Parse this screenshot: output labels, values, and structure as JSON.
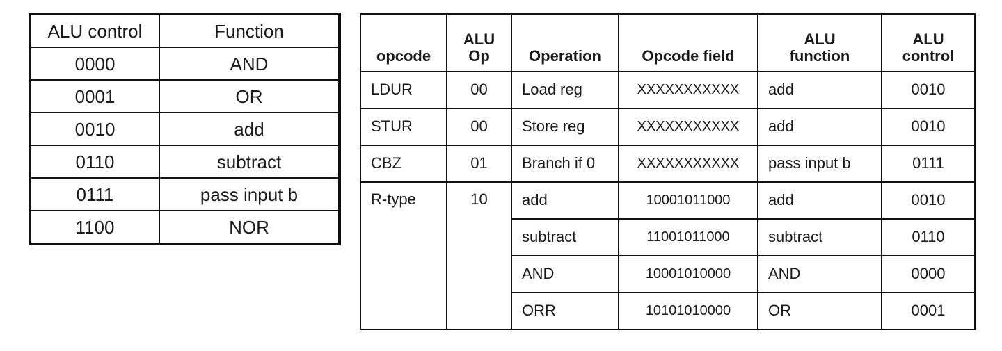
{
  "alu_control_table": {
    "headers": [
      "ALU control",
      "Function"
    ],
    "rows": [
      [
        "0000",
        "AND"
      ],
      [
        "0001",
        "OR"
      ],
      [
        "0010",
        "add"
      ],
      [
        "0110",
        "subtract"
      ],
      [
        "0111",
        "pass input b"
      ],
      [
        "1100",
        "NOR"
      ]
    ]
  },
  "opcode_table": {
    "headers": {
      "opcode": "opcode",
      "alu_op_line1": "ALU",
      "alu_op_line2": "Op",
      "operation": "Operation",
      "opcode_field": "Opcode field",
      "alu_function_line1": "ALU",
      "alu_function_line2": "function",
      "alu_control_line1": "ALU",
      "alu_control_line2": "control"
    },
    "rows": [
      {
        "opcode": "LDUR",
        "alu_op": "00",
        "operation": "Load reg",
        "opcode_field": "XXXXXXXXXXX",
        "alu_function": "add",
        "alu_control": "0010"
      },
      {
        "opcode": "STUR",
        "alu_op": "00",
        "operation": "Store reg",
        "opcode_field": "XXXXXXXXXXX",
        "alu_function": "add",
        "alu_control": "0010"
      },
      {
        "opcode": "CBZ",
        "alu_op": "01",
        "operation": "Branch if 0",
        "opcode_field": "XXXXXXXXXXX",
        "alu_function": "pass input b",
        "alu_control": "0111"
      },
      {
        "opcode": "R-type",
        "alu_op": "10",
        "operation": "add",
        "opcode_field": "10001011000",
        "alu_function": "add",
        "alu_control": "0010"
      },
      {
        "opcode": "",
        "alu_op": "",
        "operation": "subtract",
        "opcode_field": "11001011000",
        "alu_function": "subtract",
        "alu_control": "0110"
      },
      {
        "opcode": "",
        "alu_op": "",
        "operation": "AND",
        "opcode_field": "10001010000",
        "alu_function": "AND",
        "alu_control": "0000"
      },
      {
        "opcode": "",
        "alu_op": "",
        "operation": "ORR",
        "opcode_field": "10101010000",
        "alu_function": "OR",
        "alu_control": "0001"
      }
    ]
  }
}
